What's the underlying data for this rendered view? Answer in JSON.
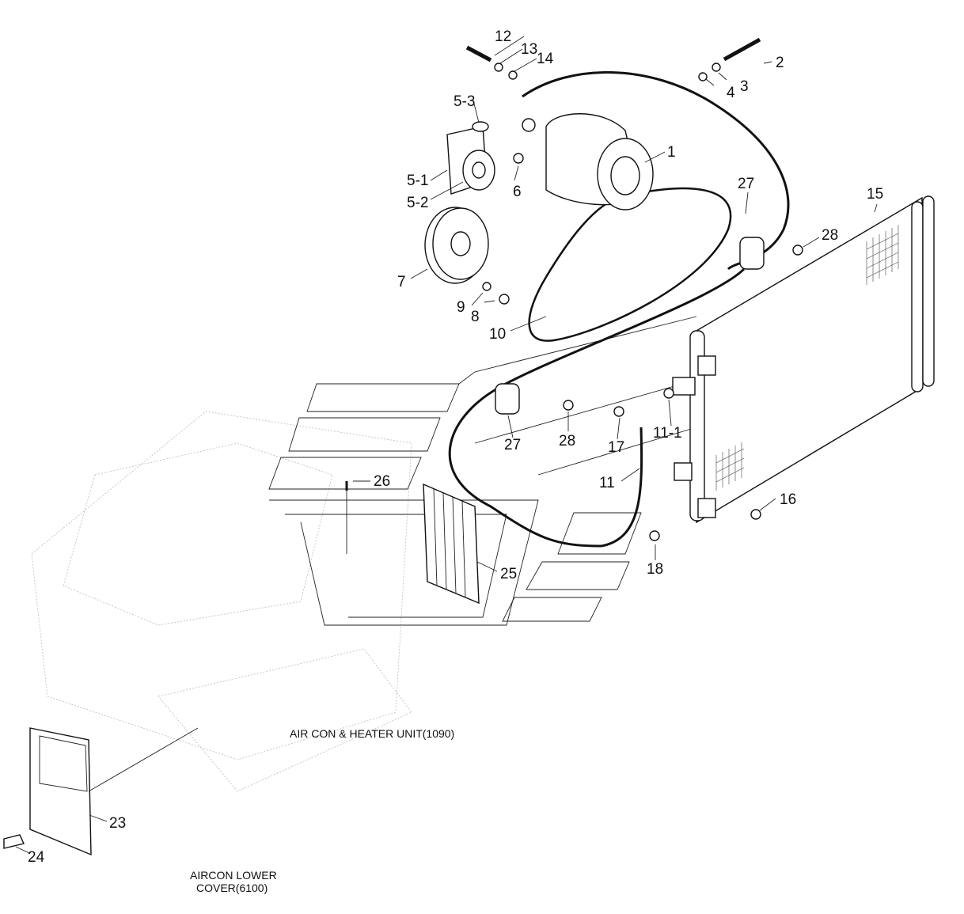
{
  "diagram": {
    "part_labels": [
      "1",
      "2",
      "3",
      "4",
      "5-1",
      "5-2",
      "5-3",
      "6",
      "7",
      "8",
      "9",
      "10",
      "11",
      "11-1",
      "12",
      "13",
      "14",
      "15",
      "16",
      "17",
      "18",
      "23",
      "24",
      "25",
      "26",
      "27",
      "27",
      "28",
      "28"
    ],
    "captions": {
      "heater_unit": "AIR CON & HEATER UNIT(1090)",
      "lower_cover_line1": "AIRCON LOWER",
      "lower_cover_line2": "COVER(6100)"
    }
  }
}
